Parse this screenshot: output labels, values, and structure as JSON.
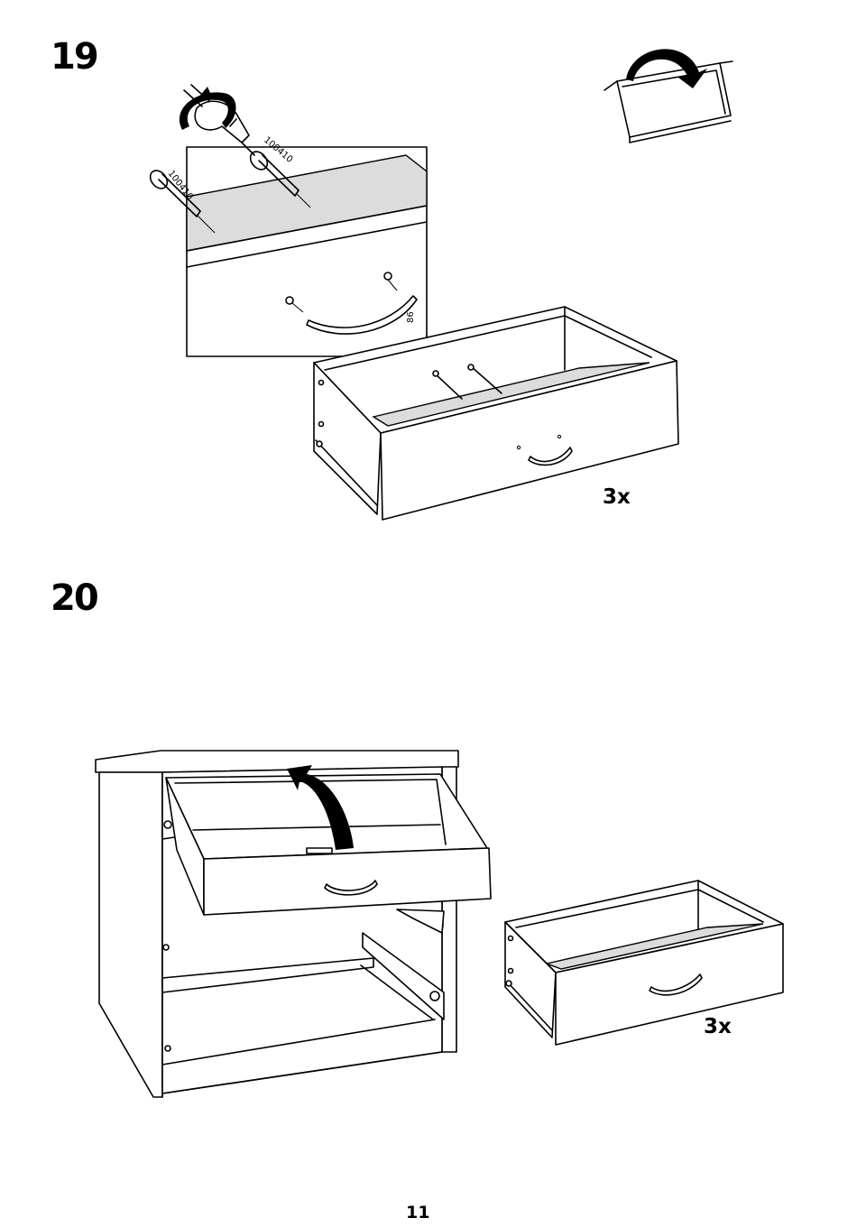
{
  "steps": [
    {
      "number": "19",
      "part_number": "100410",
      "part_number_2": "100410",
      "screw_label": "86",
      "quantity": "3x",
      "icons": [
        "screwdriver-icon",
        "rotate-arrow-icon",
        "flip-arrow-icon"
      ]
    },
    {
      "number": "20",
      "quantity": "3x",
      "icons": [
        "insert-arrow-icon"
      ]
    }
  ],
  "page": {
    "number": "11"
  }
}
